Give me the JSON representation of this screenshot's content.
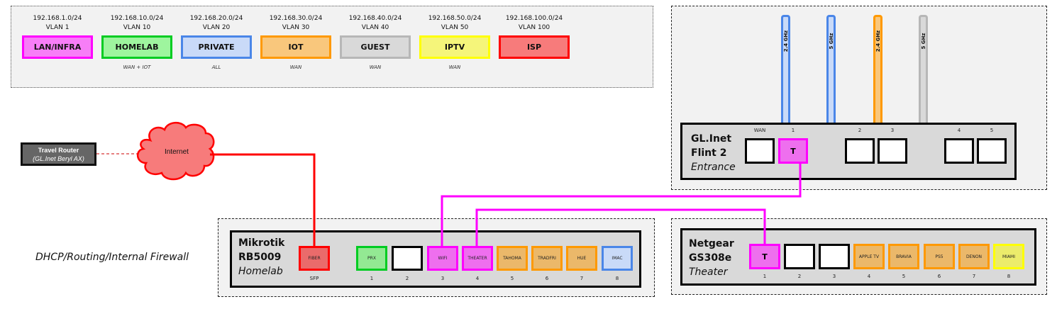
{
  "vlans": [
    {
      "subnet": "192.168.1.0/24",
      "vlan": "VLAN 1",
      "name": "LAN/INFRA",
      "note": "",
      "fill": "#f77ef7",
      "border": "#ff00ff"
    },
    {
      "subnet": "192.168.10.0/24",
      "vlan": "VLAN 10",
      "name": "HOMELAB",
      "note": "WAN + IOT",
      "fill": "#9ef59e",
      "border": "#00cc22"
    },
    {
      "subnet": "192.168.20.0/24",
      "vlan": "VLAN 20",
      "name": "PRIVATE",
      "note": "ALL",
      "fill": "#c9daf8",
      "border": "#4a86e8"
    },
    {
      "subnet": "192.168.30.0/24",
      "vlan": "VLAN 30",
      "name": "IOT",
      "note": "WAN",
      "fill": "#f9c77c",
      "border": "#ff9900"
    },
    {
      "subnet": "192.168.40.0/24",
      "vlan": "VLAN 40",
      "name": "GUEST",
      "note": "WAN",
      "fill": "#d9d9d9",
      "border": "#b7b7b7"
    },
    {
      "subnet": "192.168.50.0/24",
      "vlan": "VLAN 50",
      "name": "IPTV",
      "note": "WAN",
      "fill": "#f5f57a",
      "border": "#ffff00"
    },
    {
      "subnet": "192.168.100.0/24",
      "vlan": "VLAN 100",
      "name": "ISP",
      "note": "",
      "fill": "#f77b7b",
      "border": "#ff0000"
    }
  ],
  "travel_router": {
    "name": "Travel Router",
    "model": "(GL.Inet Beryl AX)"
  },
  "internet": {
    "label": "Internet"
  },
  "caption": "DHCP/Routing/Internal Firewall",
  "flint": {
    "brand": "GL.Inet",
    "model": "Flint 2",
    "location": "Entrance",
    "antennas": [
      {
        "label": "2.4 GHz",
        "vlan": "PRIVATE"
      },
      {
        "label": "5 GHz",
        "vlan": "PRIVATE"
      },
      {
        "label": "2.4 GHz",
        "vlan": "IOT"
      },
      {
        "label": "5 GHz",
        "vlan": "GUEST"
      }
    ],
    "ports": [
      {
        "num": "WAN",
        "label": "",
        "vlan": ""
      },
      {
        "num": "1",
        "label": "T",
        "vlan": "LAN/INFRA"
      },
      {
        "num": "2",
        "label": "",
        "vlan": ""
      },
      {
        "num": "3",
        "label": "",
        "vlan": ""
      },
      {
        "num": "4",
        "label": "",
        "vlan": ""
      },
      {
        "num": "5",
        "label": "",
        "vlan": ""
      }
    ]
  },
  "mikrotik": {
    "brand": "Mikrotik",
    "model": "RB5009",
    "location": "Homelab",
    "ports": [
      {
        "num": "SFP",
        "label": "FIBER",
        "vlan": "ISP"
      },
      {
        "num": "1",
        "label": "PRX",
        "vlan": "HOMELAB"
      },
      {
        "num": "2",
        "label": "",
        "vlan": ""
      },
      {
        "num": "3",
        "label": "WIFI",
        "vlan": "LAN/INFRA"
      },
      {
        "num": "4",
        "label": "THEATER",
        "vlan": "LAN/INFRA"
      },
      {
        "num": "5",
        "label": "TAHOMA",
        "vlan": "IOT"
      },
      {
        "num": "6",
        "label": "TRADFRI",
        "vlan": "IOT"
      },
      {
        "num": "7",
        "label": "HUE",
        "vlan": "IOT"
      },
      {
        "num": "8",
        "label": "IMAC",
        "vlan": "PRIVATE"
      }
    ]
  },
  "netgear": {
    "brand": "Netgear",
    "model": "GS308e",
    "location": "Theater",
    "ports": [
      {
        "num": "1",
        "label": "T",
        "vlan": "LAN/INFRA"
      },
      {
        "num": "2",
        "label": "",
        "vlan": ""
      },
      {
        "num": "3",
        "label": "",
        "vlan": ""
      },
      {
        "num": "4",
        "label": "APPLE TV",
        "vlan": "IOT"
      },
      {
        "num": "5",
        "label": "BRAVIA",
        "vlan": "IOT"
      },
      {
        "num": "6",
        "label": "PS5",
        "vlan": "IOT"
      },
      {
        "num": "7",
        "label": "DENON",
        "vlan": "IOT"
      },
      {
        "num": "8",
        "label": "MIAMI",
        "vlan": "IPTV"
      }
    ]
  },
  "colors": {
    "wire_isp": "#ff0000",
    "wire_trunk": "#ff00ff",
    "port_empty_fill": "#ffffff",
    "port_empty_border": "#000000",
    "device_fill": "#d9d9d9",
    "zone_fill": "#f2f2f2"
  }
}
